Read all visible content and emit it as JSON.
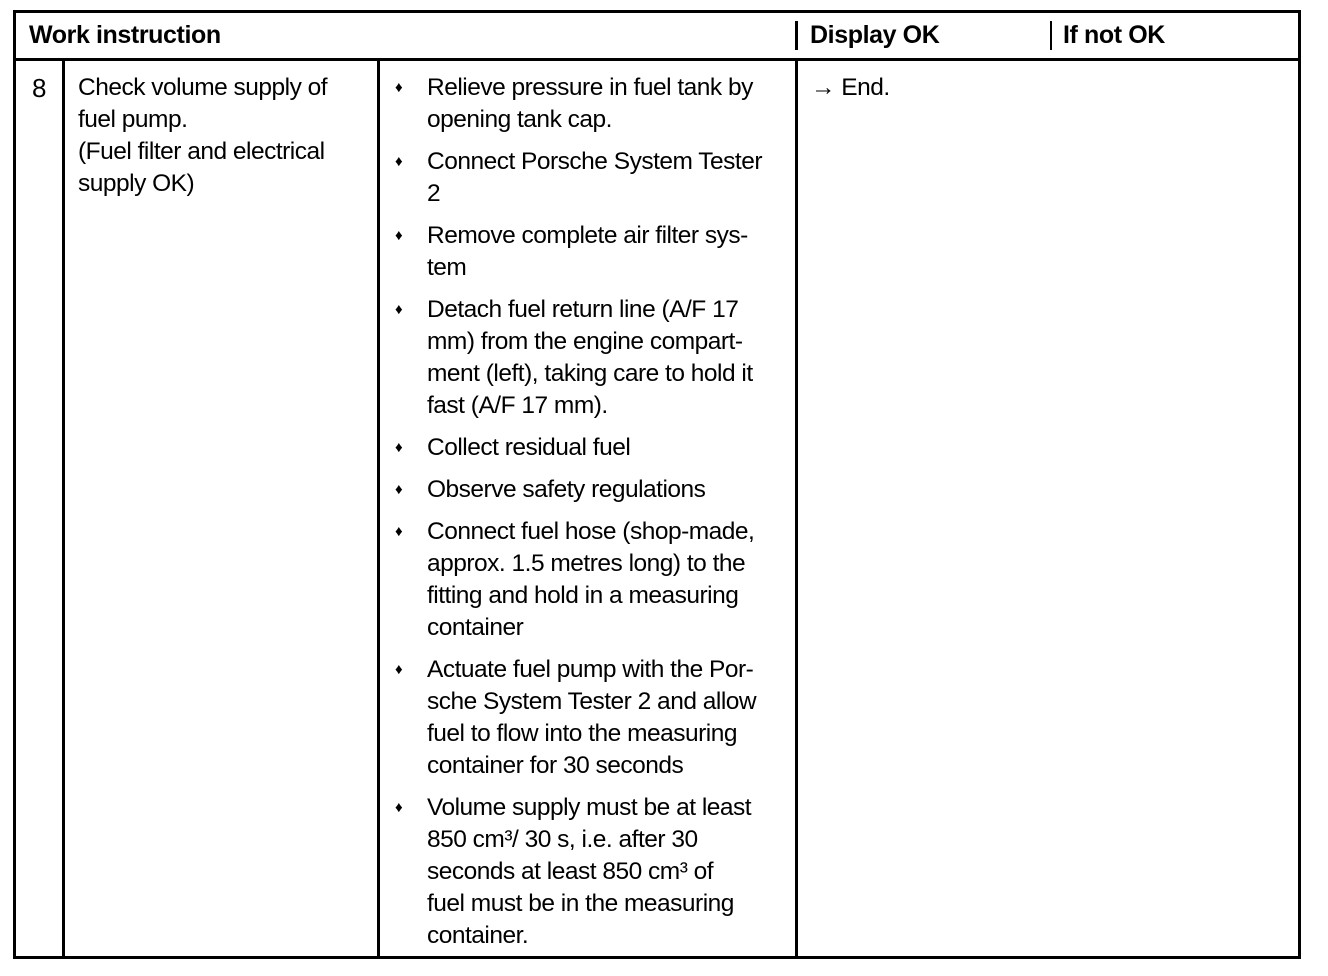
{
  "colors": {
    "background": "#ffffff",
    "line": "#000000",
    "text": "#000000"
  },
  "table": {
    "header": {
      "work_instruction": "Work instruction",
      "display_ok": "Display OK",
      "if_not_ok": "If not OK"
    },
    "row": {
      "step_number": "8",
      "description": "Check volume supply of\nfuel pump.\n(Fuel filter and electrical\nsupply OK)",
      "bullet_icon": "♦",
      "instructions": [
        "Relieve pressure in fuel tank by\nopening tank cap.",
        "Connect Porsche System Tester\n2",
        "Remove complete air filter sys-\ntem",
        "Detach fuel return line (A/F 17\nmm) from the engine compart-\nment (left), taking care to hold it\nfast (A/F 17 mm).",
        "Collect residual fuel",
        "Observe safety regulations",
        "Connect fuel hose (shop-made,\napprox. 1.5 metres long) to the\nfitting and hold in a measuring\ncontainer",
        "Actuate fuel pump with the Por-\nsche System Tester 2 and allow\nfuel to flow into the measuring\ncontainer for 30 seconds",
        "Volume supply must be at least\n850 cm³/ 30 s, i.e. after 30\nseconds at least 850 cm³ of\nfuel must be in the measuring\ncontainer."
      ],
      "display_ok_result": "→ End."
    }
  }
}
